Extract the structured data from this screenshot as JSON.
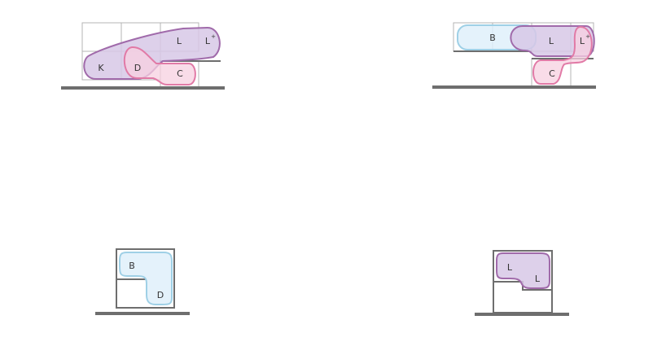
{
  "colors": {
    "purple_fill": "#d7c8e6",
    "purple_stroke": "#a06aaa",
    "pink_fill": "#f7d0e0",
    "pink_stroke": "#e17aa6",
    "blue_fill": "#dff0fa",
    "blue_stroke": "#9fd0e6",
    "grid": "#b4b4b4",
    "wall": "#6e6e6e"
  },
  "diagrams": [
    {
      "name": "diagram-top-left",
      "labels": {
        "k": "K",
        "d": "D",
        "l": "L",
        "l_plus": "L",
        "l_plus_sup": "+",
        "c": "C"
      }
    },
    {
      "name": "diagram-top-right",
      "labels": {
        "b": "B",
        "l": "L",
        "l_plus": "L",
        "l_plus_sup": "+",
        "c": "C"
      }
    },
    {
      "name": "diagram-bottom-left",
      "labels": {
        "b": "B",
        "d": "D"
      }
    },
    {
      "name": "diagram-bottom-right",
      "labels": {
        "l_top": "L",
        "l_bottom": "L"
      }
    }
  ]
}
